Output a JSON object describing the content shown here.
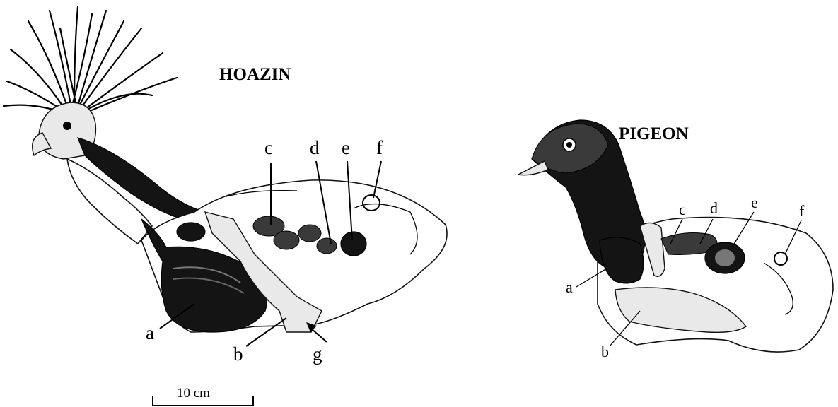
{
  "hoazin": {
    "title": "HOAZIN",
    "labels": {
      "a": "a",
      "b": "b",
      "c": "c",
      "d": "d",
      "e": "e",
      "f": "f",
      "g": "g"
    }
  },
  "pigeon": {
    "title": "PIGEON",
    "labels": {
      "a": "a",
      "b": "b",
      "c": "c",
      "d": "d",
      "e": "e",
      "f": "f"
    }
  },
  "scale_bar": {
    "label": "10 cm"
  }
}
